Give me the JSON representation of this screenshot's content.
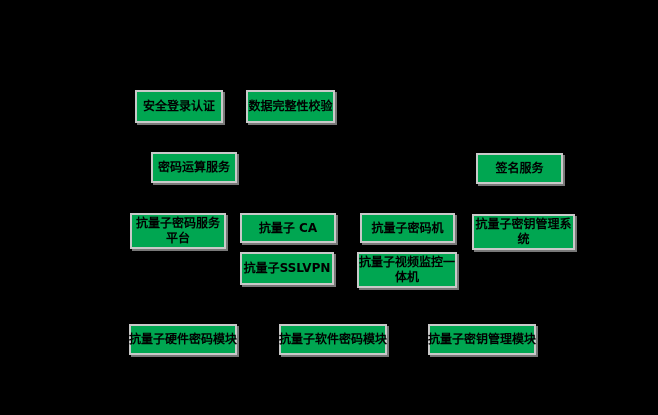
{
  "diagram": {
    "colors": {
      "background": "#000000",
      "node_fill": "#00A651",
      "node_border": "#C9C9C9",
      "node_text": "#000000"
    },
    "nodes": {
      "secure_login_auth": {
        "label": "安全登录认证"
      },
      "data_integrity_check": {
        "label": "数据完整性校验"
      },
      "crypto_compute_service": {
        "label": "密码运算服务"
      },
      "signature_service": {
        "label": "签名服务"
      },
      "pq_crypto_service_platform": {
        "label": "抗量子密码服务平台"
      },
      "pq_ca": {
        "label": "抗量子 CA"
      },
      "pq_crypto_machine": {
        "label": "抗量子密码机"
      },
      "pq_key_mgmt_system": {
        "label": "抗量子密钥管理系统"
      },
      "pq_sslvpn": {
        "label": "抗量子SSLVPN"
      },
      "pq_video_surveillance_aio": {
        "label": "抗量子视频监控一体机"
      },
      "pq_hardware_crypto_module": {
        "label": "抗量子硬件密码模块"
      },
      "pq_software_crypto_module": {
        "label": "抗量子软件密码模块"
      },
      "pq_key_mgmt_module": {
        "label": "抗量子密钥管理模块"
      }
    }
  }
}
